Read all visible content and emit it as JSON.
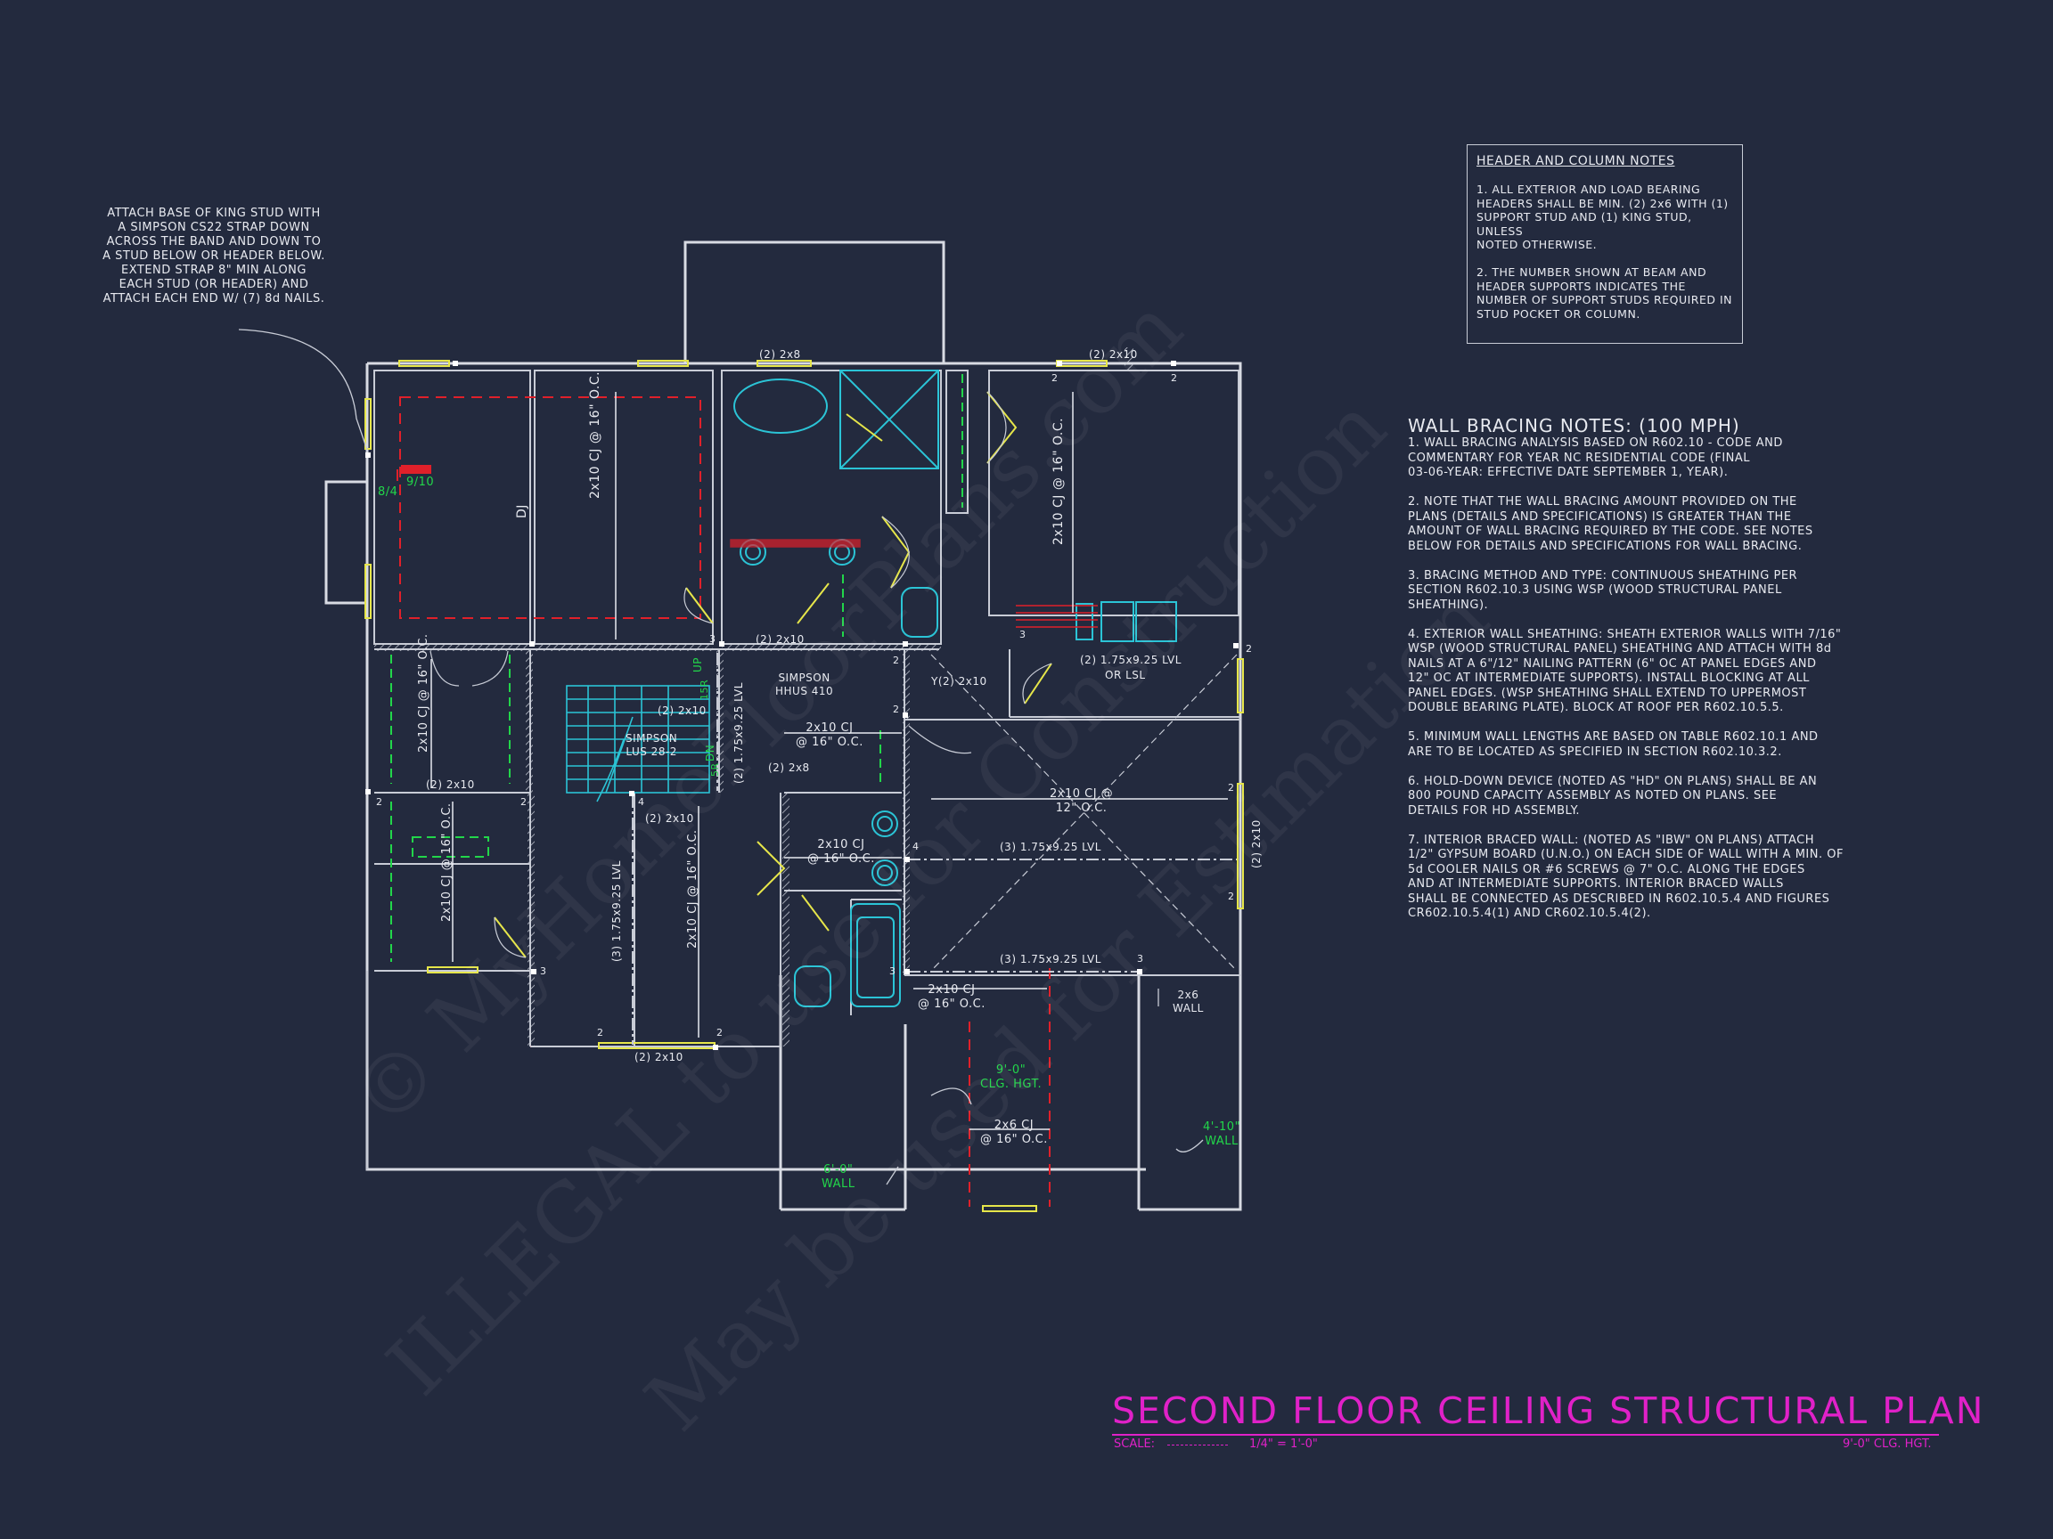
{
  "title": {
    "main": "SECOND FLOOR CEILING STRUCTURAL PLAN",
    "scale_label": "SCALE:",
    "scale_value": "1/4\" = 1'-0\"",
    "ceiling_height": "9'-0\" CLG. HGT."
  },
  "header_column_notes": {
    "title": "HEADER AND COLUMN NOTES",
    "notes": [
      "1. ALL EXTERIOR AND LOAD BEARING",
      "HEADERS SHALL BE MIN. (2) 2x6 WITH (1)",
      "SUPPORT STUD AND (1) KING STUD, UNLESS",
      "NOTED OTHERWISE.",
      "",
      "2. THE NUMBER SHOWN AT BEAM AND",
      "HEADER SUPPORTS INDICATES THE",
      "NUMBER OF SUPPORT STUDS REQUIRED IN",
      "STUD POCKET OR COLUMN."
    ]
  },
  "wall_bracing_notes": {
    "title": "WALL BRACING NOTES: (100 MPH)",
    "lines": [
      "1. WALL BRACING ANALYSIS BASED ON R602.10 - CODE AND",
      "COMMENTARY FOR YEAR NC RESIDENTIAL CODE (FINAL",
      "03-06-YEAR: EFFECTIVE DATE SEPTEMBER 1, YEAR).",
      "",
      "2. NOTE THAT THE WALL BRACING AMOUNT PROVIDED ON THE",
      "PLANS (DETAILS AND SPECIFICATIONS) IS GREATER THAN THE",
      "AMOUNT OF WALL BRACING REQUIRED BY THE CODE. SEE NOTES",
      "BELOW FOR DETAILS AND SPECIFICATIONS FOR WALL BRACING.",
      "",
      "3. BRACING METHOD AND TYPE: CONTINUOUS SHEATHING PER",
      "SECTION R602.10.3 USING WSP (WOOD STRUCTURAL PANEL",
      "SHEATHING).",
      "",
      "4. EXTERIOR WALL SHEATHING: SHEATH EXTERIOR WALLS WITH 7/16\"",
      "WSP (WOOD STRUCTURAL PANEL) SHEATHING AND ATTACH WITH 8d",
      "NAILS AT A 6\"/12\" NAILING PATTERN (6\" OC AT PANEL EDGES AND",
      "12\" OC AT INTERMEDIATE SUPPORTS). INSTALL BLOCKING AT ALL",
      "PANEL EDGES. (WSP SHEATHING SHALL EXTEND TO UPPERMOST",
      "DOUBLE BEARING PLATE). BLOCK AT ROOF PER R602.10.5.5.",
      "",
      "5. MINIMUM WALL LENGTHS ARE BASED ON TABLE R602.10.1 AND",
      "ARE TO BE LOCATED AS SPECIFIED IN SECTION R602.10.3.2.",
      "",
      "6. HOLD-DOWN DEVICE (NOTED AS \"HD\" ON PLANS) SHALL BE AN",
      "800 POUND CAPACITY ASSEMBLY AS NOTED ON PLANS. SEE",
      "DETAILS FOR HD ASSEMBLY.",
      "",
      "7. INTERIOR BRACED WALL: (NOTED AS \"IBW\" ON PLANS) ATTACH",
      "1/2\" GYPSUM BOARD (U.N.O.) ON EACH SIDE OF WALL WITH A MIN. OF",
      "5d COOLER NAILS OR #6 SCREWS @ 7\" O.C. ALONG THE EDGES",
      "AND AT INTERMEDIATE SUPPORTS.  INTERIOR BRACED WALLS",
      "SHALL BE CONNECTED AS DESCRIBED IN R602.10.5.4 AND FIGURES",
      "CR602.10.5.4(1) AND CR602.10.5.4(2)."
    ]
  },
  "callout_strap": [
    "ATTACH BASE OF KING STUD WITH",
    "A SIMPSON CS22 STRAP DOWN",
    "ACROSS THE BAND AND DOWN TO",
    "A STUD BELOW OR HEADER BELOW.",
    "EXTEND STRAP 8\" MIN ALONG",
    "EACH STUD (OR HEADER) AND",
    "ATTACH EACH END W/ (7) 8d NAILS."
  ],
  "plan_labels": {
    "hdr_2x8_top": "(2) 2x8",
    "hdr_2x10_top_right": "(2) 2x10",
    "cj_main": "2x10 CJ",
    "cj_16": "@ 16\" O.C.",
    "cj_12": "12\" O.C.",
    "cj_main_12": "2x10 CJ @",
    "dj": "DJ",
    "hd_left_a": "8/4",
    "hd_left_b": "9/10",
    "lvl_2_175": "(2) 1.75x9.25 LVL",
    "or_lsl": "OR LSL",
    "lvl_3_175": "(3) 1.75x9.25 LVL",
    "lvl_3_175_b": "(3) 1.75x9.25 LVL",
    "lvl_vert_left": "(3) 1.75x9.25 LVL",
    "lvl_vert_stair": "(2) 1.75x9.25 LVL",
    "hdr_2x10": "(2) 2x10",
    "hdr_2x8": "(2) 2x8",
    "hdr_2x10_y": "Y(2) 2x10",
    "simpson_hhus": "SIMPSON",
    "simpson_hhus_b": "HHUS 410",
    "simpson_lus": "SIMPSON",
    "simpson_lus_b": "LUS 28-2",
    "up": "UP",
    "stair_num": "15R",
    "stair_dn": "DN",
    "stair_dn_b": "5R",
    "clg_hgt": "9'-0\"",
    "clg_hgt_b": "CLG. HGT.",
    "cj_2x6": "2x6 CJ",
    "wall_2x6": "2x6",
    "wall_2x6_b": "WALL",
    "wall_6": "6'-0\"",
    "wall_6_b": "WALL",
    "wall_410": "4'-10\"",
    "wall_410_b": "WALL",
    "hdr_right_vert": "(2) 2x10",
    "n2": "2",
    "n3": "3",
    "n4": "4"
  },
  "watermark": {
    "line1": "© MyHomeFloorPlans.com",
    "line2": "ILLEGAL to use for Construction",
    "line3": "May be used for Estimation"
  },
  "colors": {
    "background": "#232a3e",
    "walls": "#d8dbe3",
    "cyan": "#2bc4d6",
    "green": "#22d64a",
    "red": "#e0202a",
    "yellow": "#e6e64a",
    "magenta": "#e021c8"
  }
}
